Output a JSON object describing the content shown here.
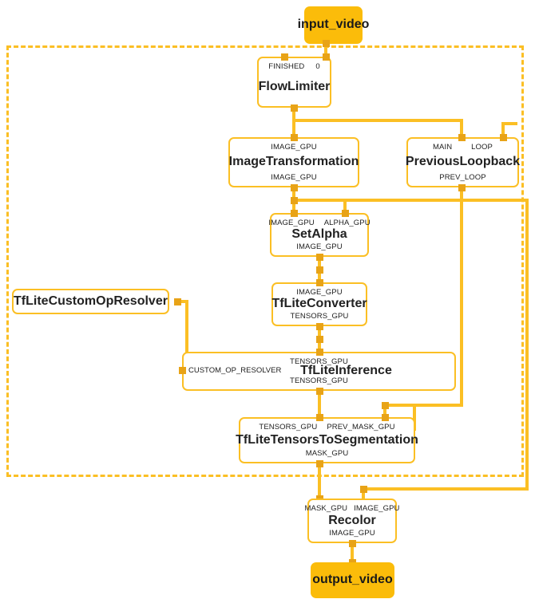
{
  "graph": {
    "type": "mediapipe-calculator-graph",
    "accent_color": "#FBBF24",
    "stream_color": "#FBBC0A",
    "nub_color": "#E8A317",
    "text_color": "#222222",
    "subgraph_boundary": "dashed"
  },
  "nodes": {
    "input_video": {
      "label": "input_video",
      "kind": "stream"
    },
    "flow_limiter": {
      "label": "FlowLimiter",
      "kind": "calculator",
      "inputs": [
        "FINISHED",
        "0"
      ],
      "outputs": []
    },
    "image_transformation": {
      "label": "ImageTransformation",
      "kind": "calculator",
      "inputs": [
        "IMAGE_GPU"
      ],
      "outputs": [
        "IMAGE_GPU"
      ]
    },
    "previous_loopback": {
      "label": "PreviousLoopback",
      "kind": "calculator",
      "inputs": [
        "MAIN",
        "LOOP"
      ],
      "outputs": [
        "PREV_LOOP"
      ]
    },
    "set_alpha": {
      "label": "SetAlpha",
      "kind": "calculator",
      "inputs": [
        "IMAGE_GPU",
        "ALPHA_GPU"
      ],
      "outputs": [
        "IMAGE_GPU"
      ]
    },
    "tflite_converter": {
      "label": "TfLiteConverter",
      "kind": "calculator",
      "inputs": [
        "IMAGE_GPU"
      ],
      "outputs": [
        "TENSORS_GPU"
      ]
    },
    "tflite_custom_op_resolver": {
      "label": "TfLiteCustomOpResolver",
      "kind": "calculator",
      "inputs": [],
      "outputs": []
    },
    "tflite_inference": {
      "label": "TfLiteInference",
      "kind": "calculator",
      "inputs": [
        "TENSORS_GPU"
      ],
      "side_input": "CUSTOM_OP_RESOLVER",
      "outputs": [
        "TENSORS_GPU"
      ]
    },
    "tflite_tensors_to_segmentation": {
      "label": "TfLiteTensorsToSegmentation",
      "kind": "calculator",
      "inputs": [
        "TENSORS_GPU",
        "PREV_MASK_GPU"
      ],
      "outputs": [
        "MASK_GPU"
      ]
    },
    "recolor": {
      "label": "Recolor",
      "kind": "calculator",
      "inputs": [
        "MASK_GPU",
        "IMAGE_GPU"
      ],
      "outputs": [
        "IMAGE_GPU"
      ]
    },
    "output_video": {
      "label": "output_video",
      "kind": "stream"
    }
  },
  "edges": [
    {
      "from": "input_video",
      "to": "flow_limiter",
      "port": "0"
    },
    {
      "from": "flow_limiter",
      "to": "image_transformation",
      "port": "IMAGE_GPU"
    },
    {
      "from": "flow_limiter",
      "to": "previous_loopback",
      "port": "MAIN"
    },
    {
      "from": "image_transformation",
      "to": "set_alpha",
      "port": "IMAGE_GPU"
    },
    {
      "from": "image_transformation",
      "to": "recolor",
      "port": "IMAGE_GPU"
    },
    {
      "from": "previous_loopback",
      "to": "set_alpha",
      "port": "ALPHA_GPU"
    },
    {
      "from": "set_alpha",
      "to": "tflite_converter",
      "port": "IMAGE_GPU"
    },
    {
      "from": "tflite_converter",
      "to": "tflite_inference",
      "port": "TENSORS_GPU"
    },
    {
      "from": "tflite_custom_op_resolver",
      "to": "tflite_inference",
      "port": "CUSTOM_OP_RESOLVER"
    },
    {
      "from": "tflite_inference",
      "to": "tflite_tensors_to_segmentation",
      "port": "TENSORS_GPU"
    },
    {
      "from": "previous_loopback",
      "to": "tflite_tensors_to_segmentation",
      "port": "PREV_MASK_GPU"
    },
    {
      "from": "tflite_tensors_to_segmentation",
      "to": "recolor",
      "port": "MASK_GPU"
    },
    {
      "from": "tflite_tensors_to_segmentation",
      "to": "previous_loopback",
      "port": "LOOP"
    },
    {
      "from": "recolor",
      "to": "output_video",
      "port": "IMAGE_GPU"
    }
  ]
}
